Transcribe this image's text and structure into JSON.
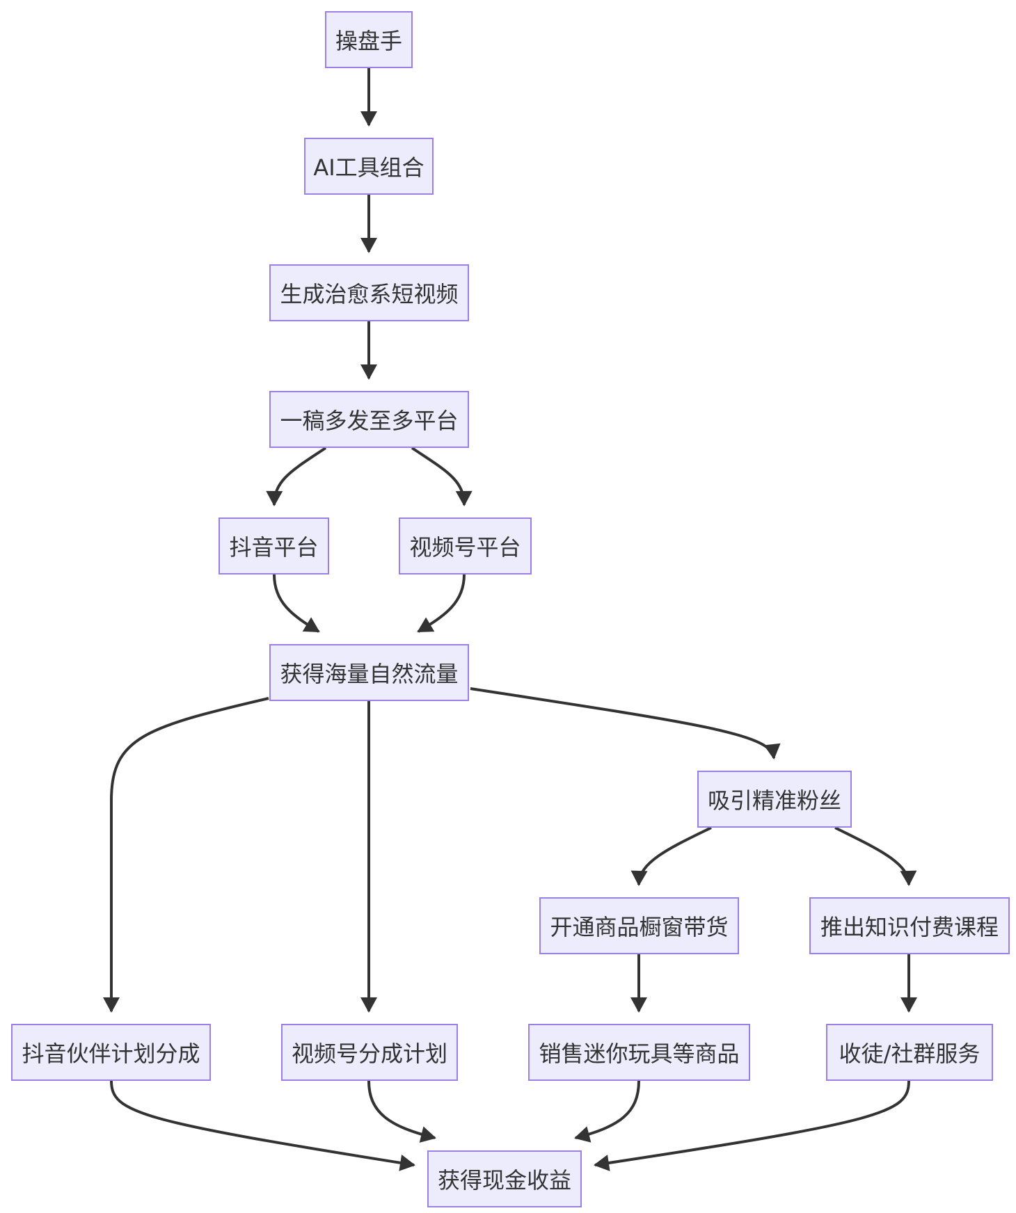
{
  "nodes": [
    {
      "id": "n1",
      "label": "操盘手"
    },
    {
      "id": "n2",
      "label": "AI工具组合"
    },
    {
      "id": "n3",
      "label": "生成治愈系短视频"
    },
    {
      "id": "n4",
      "label": "一稿多发至多平台"
    },
    {
      "id": "n5",
      "label": "抖音平台"
    },
    {
      "id": "n6",
      "label": "视频号平台"
    },
    {
      "id": "n7",
      "label": "获得海量自然流量"
    },
    {
      "id": "n8",
      "label": "吸引精准粉丝"
    },
    {
      "id": "n9",
      "label": "开通商品橱窗带货"
    },
    {
      "id": "n10",
      "label": "推出知识付费课程"
    },
    {
      "id": "n11",
      "label": "抖音伙伴计划分成"
    },
    {
      "id": "n12",
      "label": "视频号分成计划"
    },
    {
      "id": "n13",
      "label": "销售迷你玩具等商品"
    },
    {
      "id": "n14",
      "label": "收徒/社群服务"
    },
    {
      "id": "n15",
      "label": "获得现金收益"
    }
  ],
  "edges": [
    {
      "from": "n1",
      "to": "n2"
    },
    {
      "from": "n2",
      "to": "n3"
    },
    {
      "from": "n3",
      "to": "n4"
    },
    {
      "from": "n4",
      "to": "n5"
    },
    {
      "from": "n4",
      "to": "n6"
    },
    {
      "from": "n5",
      "to": "n7"
    },
    {
      "from": "n6",
      "to": "n7"
    },
    {
      "from": "n7",
      "to": "n11"
    },
    {
      "from": "n7",
      "to": "n12"
    },
    {
      "from": "n7",
      "to": "n8"
    },
    {
      "from": "n8",
      "to": "n9"
    },
    {
      "from": "n8",
      "to": "n10"
    },
    {
      "from": "n9",
      "to": "n13"
    },
    {
      "from": "n10",
      "to": "n14"
    },
    {
      "from": "n11",
      "to": "n15"
    },
    {
      "from": "n12",
      "to": "n15"
    },
    {
      "from": "n13",
      "to": "n15"
    },
    {
      "from": "n14",
      "to": "n15"
    }
  ],
  "colors": {
    "node_fill": "#ececfd",
    "node_border": "#9a7fe6",
    "edge": "#333333",
    "text": "#333333"
  }
}
